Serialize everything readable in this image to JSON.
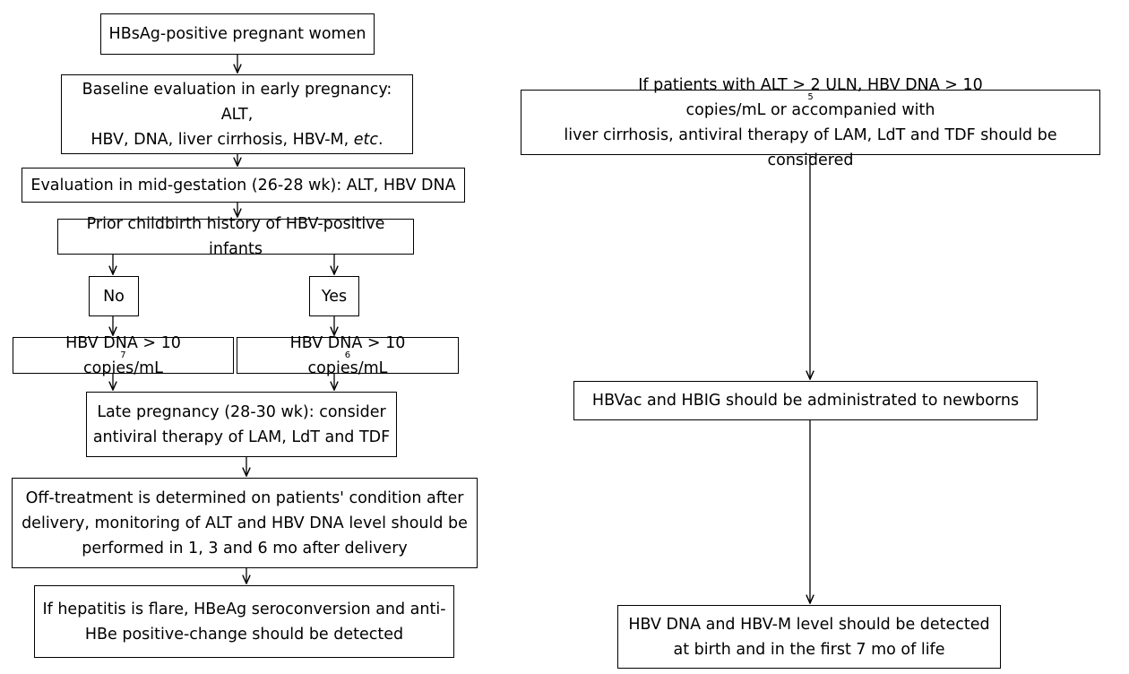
{
  "left_flow": {
    "n1": "HBsAg-positive pregnant women",
    "n2": {
      "line1": "Baseline evaluation in early pregnancy: ALT,",
      "line2_pre": "HBV, DNA, liver cirrhosis, HBV-M,",
      "line2_italic": "etc",
      "line2_post": "."
    },
    "n3": "Evaluation in mid-gestation (26-28 wk): ALT, HBV DNA",
    "n4": "Prior childbirth history of HBV-positive infants",
    "no": "No",
    "yes": "Yes",
    "n5": {
      "pre": "HBV DNA > 10",
      "sup": "7",
      "post": " copies/mL"
    },
    "n6": {
      "pre": "HBV DNA > 10",
      "sup": "6",
      "post": " copies/mL"
    },
    "n7": {
      "line1": "Late pregnancy (28-30 wk): consider",
      "line2": "antiviral therapy of LAM, LdT and TDF"
    },
    "n8": {
      "line1": "Off-treatment is determined on patients' condition after",
      "line2": "delivery, monitoring of ALT and HBV DNA level should be",
      "line3": "performed in 1, 3 and 6 mo after delivery"
    },
    "n9": {
      "line1": "If hepatitis is flare, HBeAg seroconversion and anti-",
      "line2": "HBe positive-change should be detected"
    }
  },
  "right_flow": {
    "r1": {
      "line1_pre": "If patients with ALT > 2 ULN, HBV DNA > 10",
      "line1_sup": "5",
      "line1_post": " copies/mL or accompanied with",
      "line2": "liver cirrhosis, antiviral therapy of LAM, LdT and TDF should be considered"
    },
    "r2": "HBVac and HBIG should be administrated to newborns",
    "r3": {
      "line1": "HBV DNA and HBV-M level should be detected",
      "line2": "at birth and in the first 7 mo of life"
    }
  }
}
